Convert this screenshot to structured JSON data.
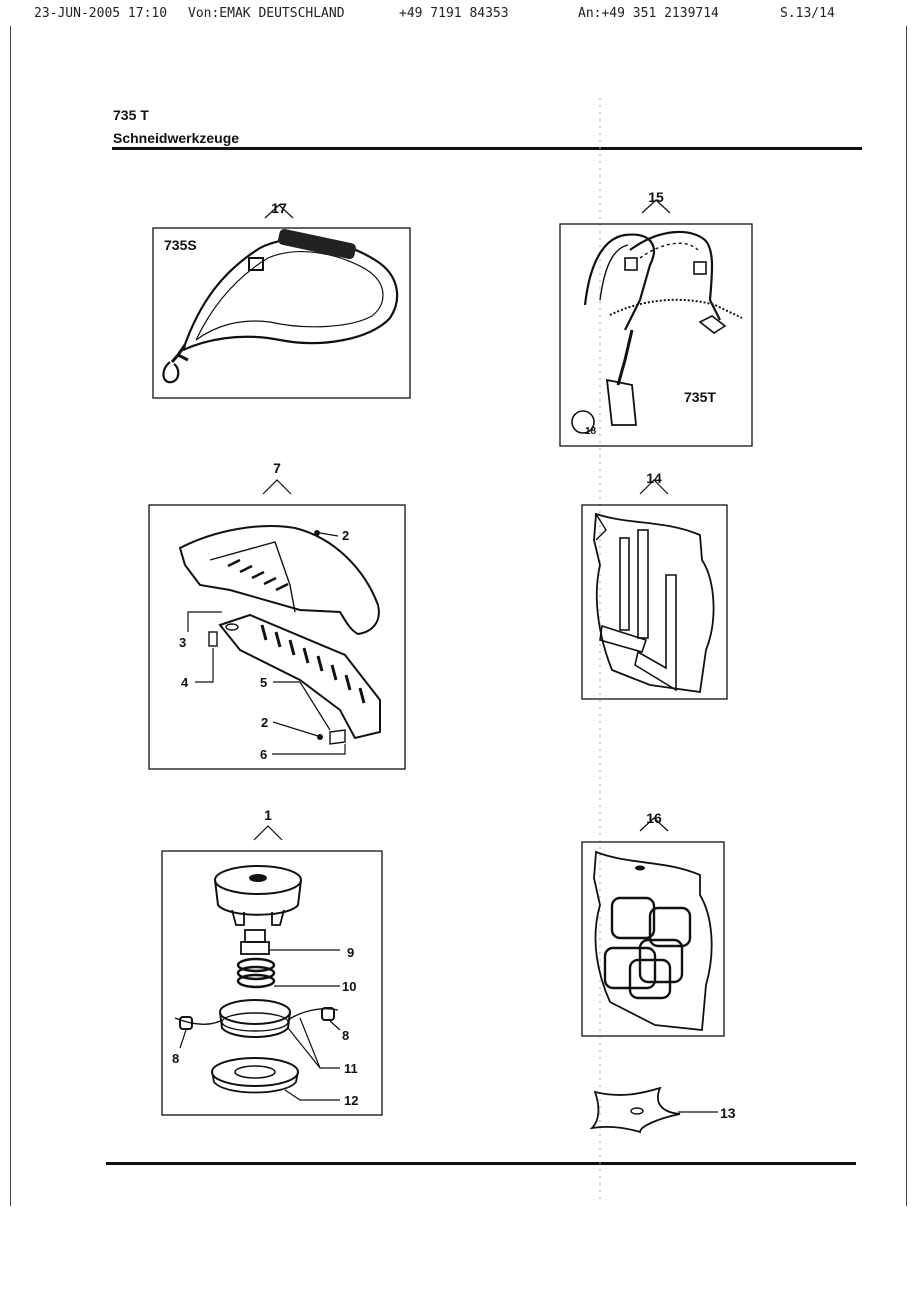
{
  "fax_header": {
    "datetime": "23-JUN-2005 17:10",
    "sender": "Von:EMAK DEUTSCHLAND",
    "phone": "+49 7191 84353",
    "recipient": "An:+49 351 2139714",
    "page": "S.13/14"
  },
  "document": {
    "model": "735 T",
    "section": "Schneidwerkzeuge"
  },
  "diagrams": {
    "strap_single": {
      "callout": "17",
      "model_label": "735S"
    },
    "harness": {
      "callout": "15",
      "model_label": "735T",
      "sub_callout": "18"
    },
    "guard": {
      "callout": "7",
      "parts": [
        "2",
        "3",
        "4",
        "5",
        "2",
        "6"
      ]
    },
    "tools_pack": {
      "callout": "14"
    },
    "trimmer_head": {
      "callout": "1",
      "parts": [
        "9",
        "10",
        "8",
        "8",
        "11",
        "12"
      ]
    },
    "spare_pack": {
      "callout": "16"
    },
    "blade": {
      "callout": "13"
    }
  }
}
